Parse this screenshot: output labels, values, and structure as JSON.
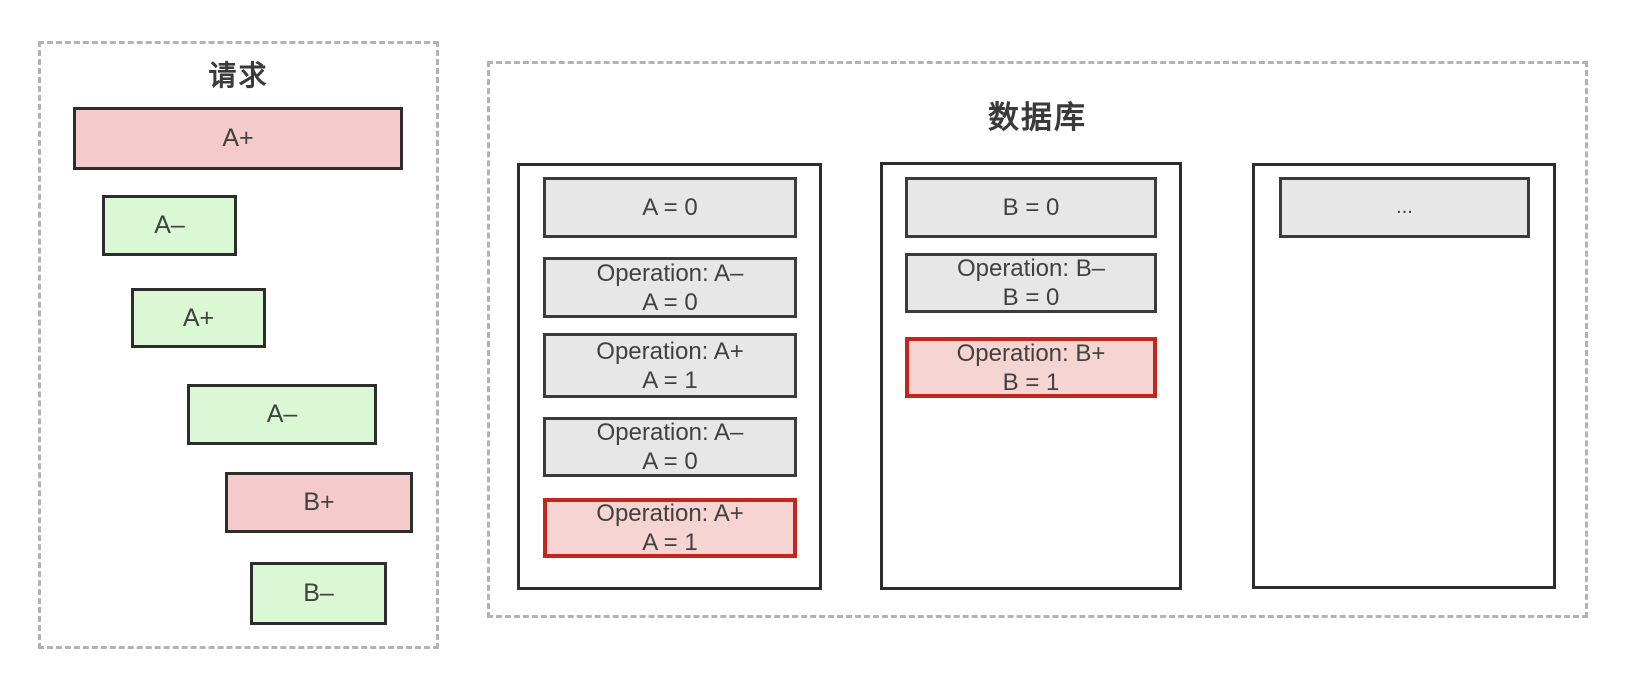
{
  "colors": {
    "background": "#ffffff",
    "dashed_border": "#b3b3b3",
    "solid_border": "#2d2d2d",
    "gray_fill": "#e7e7e7",
    "pink_fill": "#f4cbca",
    "green_fill": "#d9f8d3",
    "red_border": "#c3261d",
    "red_fill": "#f5d4d2",
    "text": "#414141"
  },
  "request_panel": {
    "title": "请求",
    "items": [
      {
        "label": "A+",
        "color": "pink"
      },
      {
        "label": "A–",
        "color": "green"
      },
      {
        "label": "A+",
        "color": "green"
      },
      {
        "label": "A–",
        "color": "green"
      },
      {
        "label": "B+",
        "color": "pink"
      },
      {
        "label": "B–",
        "color": "green"
      }
    ]
  },
  "database_panel": {
    "title": "数据库",
    "columns": [
      {
        "name": "A",
        "rows": [
          {
            "line1": "A = 0",
            "highlight": false
          },
          {
            "line1": "Operation: A–",
            "line2": "A = 0",
            "highlight": false
          },
          {
            "line1": "Operation: A+",
            "line2": "A = 1",
            "highlight": false
          },
          {
            "line1": "Operation: A–",
            "line2": "A = 0",
            "highlight": false
          },
          {
            "line1": "Operation: A+",
            "line2": "A = 1",
            "highlight": true
          }
        ]
      },
      {
        "name": "B",
        "rows": [
          {
            "line1": "B = 0",
            "highlight": false
          },
          {
            "line1": "Operation: B–",
            "line2": "B = 0",
            "highlight": false
          },
          {
            "line1": "Operation: B+",
            "line2": "B = 1",
            "highlight": true
          }
        ]
      },
      {
        "name": "more",
        "rows": [
          {
            "line1": "...",
            "highlight": false
          }
        ]
      }
    ]
  }
}
